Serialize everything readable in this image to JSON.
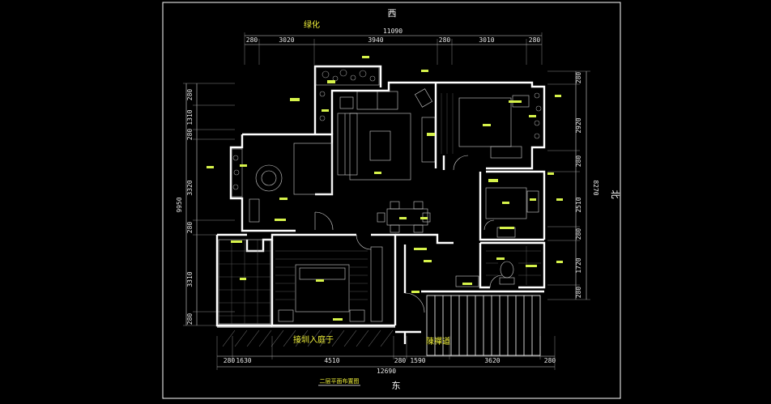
{
  "directions": {
    "top": "西",
    "bottom": "东",
    "right": "北"
  },
  "area_labels": {
    "greening": "绿化",
    "entrance_garden": "接圳入庭于",
    "stair": "陳禪道"
  },
  "drawing_title": "二层平面布置图",
  "top_dims": {
    "total": "11090",
    "segments": [
      "280",
      "3020",
      "3940",
      "280",
      "3010",
      "280"
    ]
  },
  "bottom_dims": {
    "total": "12690",
    "segments": [
      "280",
      "1630",
      "4510",
      "280",
      "1590",
      "3620",
      "280"
    ]
  },
  "left_dims": {
    "total": "9950",
    "segments": [
      "280",
      "1310",
      "280",
      "3320",
      "280",
      "3310",
      "280"
    ]
  },
  "right_dims": {
    "total": "8270",
    "segments": [
      "280",
      "2920",
      "280",
      "2510",
      "280",
      "1720",
      "280"
    ]
  },
  "colors": {
    "background": "#000000",
    "walls": "#ffffff",
    "labels": "#f2f23a"
  }
}
